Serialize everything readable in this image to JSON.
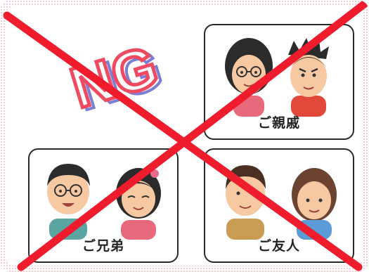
{
  "ng_text": "NG",
  "cards": [
    {
      "id": "relatives",
      "label": "ご親戚"
    },
    {
      "id": "siblings",
      "label": "ご兄弟"
    },
    {
      "id": "friends",
      "label": "ご友人"
    }
  ],
  "colors": {
    "cross": "#ee1c2d",
    "ng_fill": "#ee4b62",
    "ng_outline": "#7a7fd6",
    "border_dots": "#f6c8d2"
  }
}
